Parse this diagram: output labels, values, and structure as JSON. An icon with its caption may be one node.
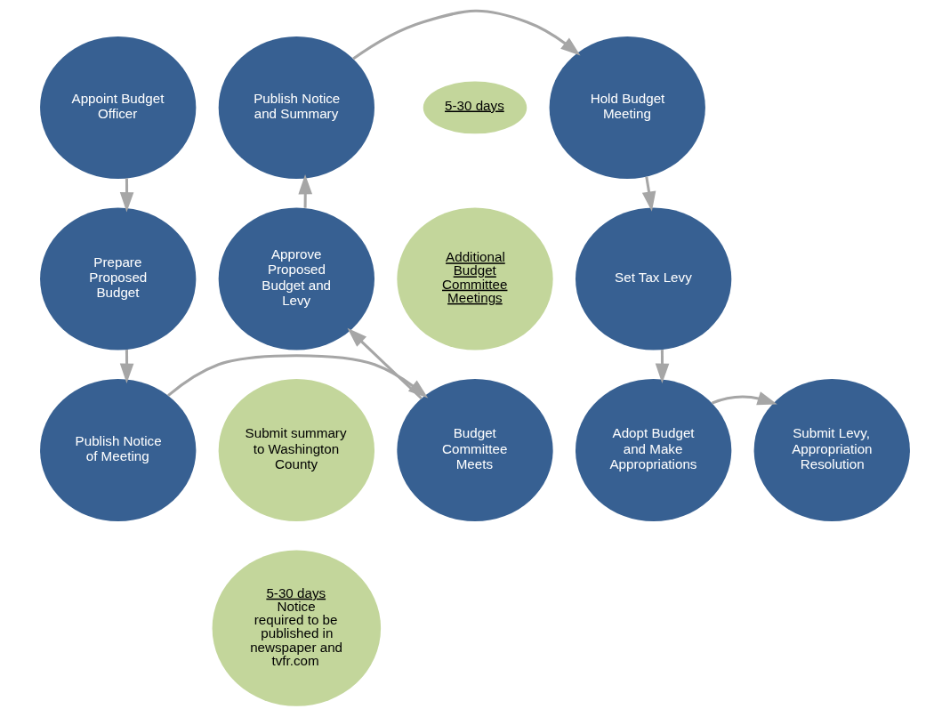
{
  "diagram": {
    "nodes": [
      {
        "text": [
          "Appoint Budget Officer"
        ]
      },
      {
        "text": [
          "Prepare Proposed Budget"
        ]
      },
      {
        "text": [
          "Publish Notice of Meeting"
        ]
      },
      {
        "text": [
          "Submit summary to Washington County"
        ]
      },
      {
        "text": [
          "Budget Committee Meets"
        ]
      },
      {
        "text": [
          "5-30 days",
          "Notice required to be published in newspaper and tvfr.com"
        ]
      },
      {
        "text": [
          "Additional Budget Committee Meetings"
        ]
      },
      {
        "text": [
          "Approve Proposed Budget and Levy"
        ]
      },
      {
        "text": [
          "Publish Notice and Summary"
        ]
      },
      {
        "text": [
          "5-30 days"
        ]
      },
      {
        "text": [
          "Hold Budget Meeting"
        ]
      },
      {
        "text": [
          "Set Tax Levy"
        ]
      },
      {
        "text": [
          "Adopt Budget and Make Appropriations"
        ]
      },
      {
        "text": [
          "Submit Levy, Appropriation Resolution"
        ]
      }
    ],
    "edges": [
      {
        "from": 0,
        "to": 1,
        "arrow": "to"
      },
      {
        "from": 1,
        "to": 2,
        "arrow": "to"
      },
      {
        "from": 2,
        "to": 4,
        "arrow": "to"
      },
      {
        "from": 4,
        "to": 7,
        "arrow": "to"
      },
      {
        "from": 7,
        "to": 8,
        "arrow": "to"
      },
      {
        "from": 8,
        "to": 10,
        "arrow": "to"
      },
      {
        "from": 10,
        "to": 11,
        "arrow": "to"
      },
      {
        "from": 11,
        "to": 12,
        "arrow": "to"
      },
      {
        "from": 12,
        "to": 13,
        "arrow": "to"
      }
    ]
  }
}
